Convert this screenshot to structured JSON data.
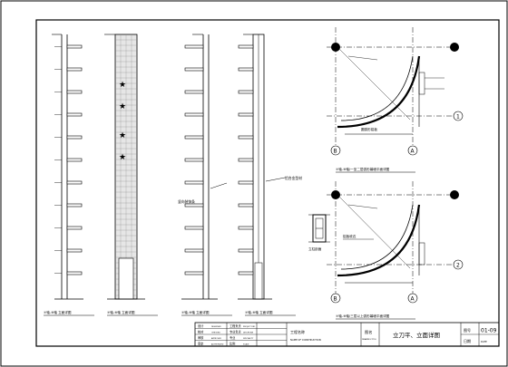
{
  "drawing": {
    "title": "立刀平、立面详图",
    "drawing_number": "01-09",
    "project_name": "工程名称",
    "project_name_en": "NAME OF CONSTRUCTION",
    "title_label": "图名",
    "title_label_en": "DRAWING TITLE",
    "number_label": "图号",
    "number_label_en": "DRAWING NO.",
    "date_label": "日期",
    "date_label_en": "DATE"
  },
  "signoff": [
    {
      "zh": "设计",
      "en": "DESIGNED"
    },
    {
      "zh": "校对",
      "en": "CHECKED"
    },
    {
      "zh": "审核",
      "en": "APPROVED"
    },
    {
      "zh": "审定",
      "en": "AUTHORIZED"
    },
    {
      "zh": "工程负责",
      "en": "PROJECT DIR."
    },
    {
      "zh": "专业负责",
      "en": "DISCIPLINE"
    },
    {
      "zh": "专业",
      "en": "SPECIALITY"
    },
    {
      "zh": "比例",
      "en": "SCALE"
    }
  ],
  "elevation_captions": [
    "⑦轴-⑧轴 立面详图",
    "⑦轴-⑧轴 立面详图",
    "⑦轴-⑧轴 立面详图",
    "⑦轴-⑧轴 立面详图"
  ],
  "axis_labels": [
    "B",
    "A",
    "B",
    "A",
    "1",
    "2"
  ],
  "plan_captions": [
    "⑦轴-⑧轴/一至二层弧形幕墙平面详图",
    "⑦轴-⑧轴/三层以上弧形幕墙平面详图"
  ],
  "callouts": [
    "竖向装饰条",
    "铝合金型材",
    "圆弧形铝板",
    "铝板收边"
  ],
  "section_label": "立柱剖面"
}
